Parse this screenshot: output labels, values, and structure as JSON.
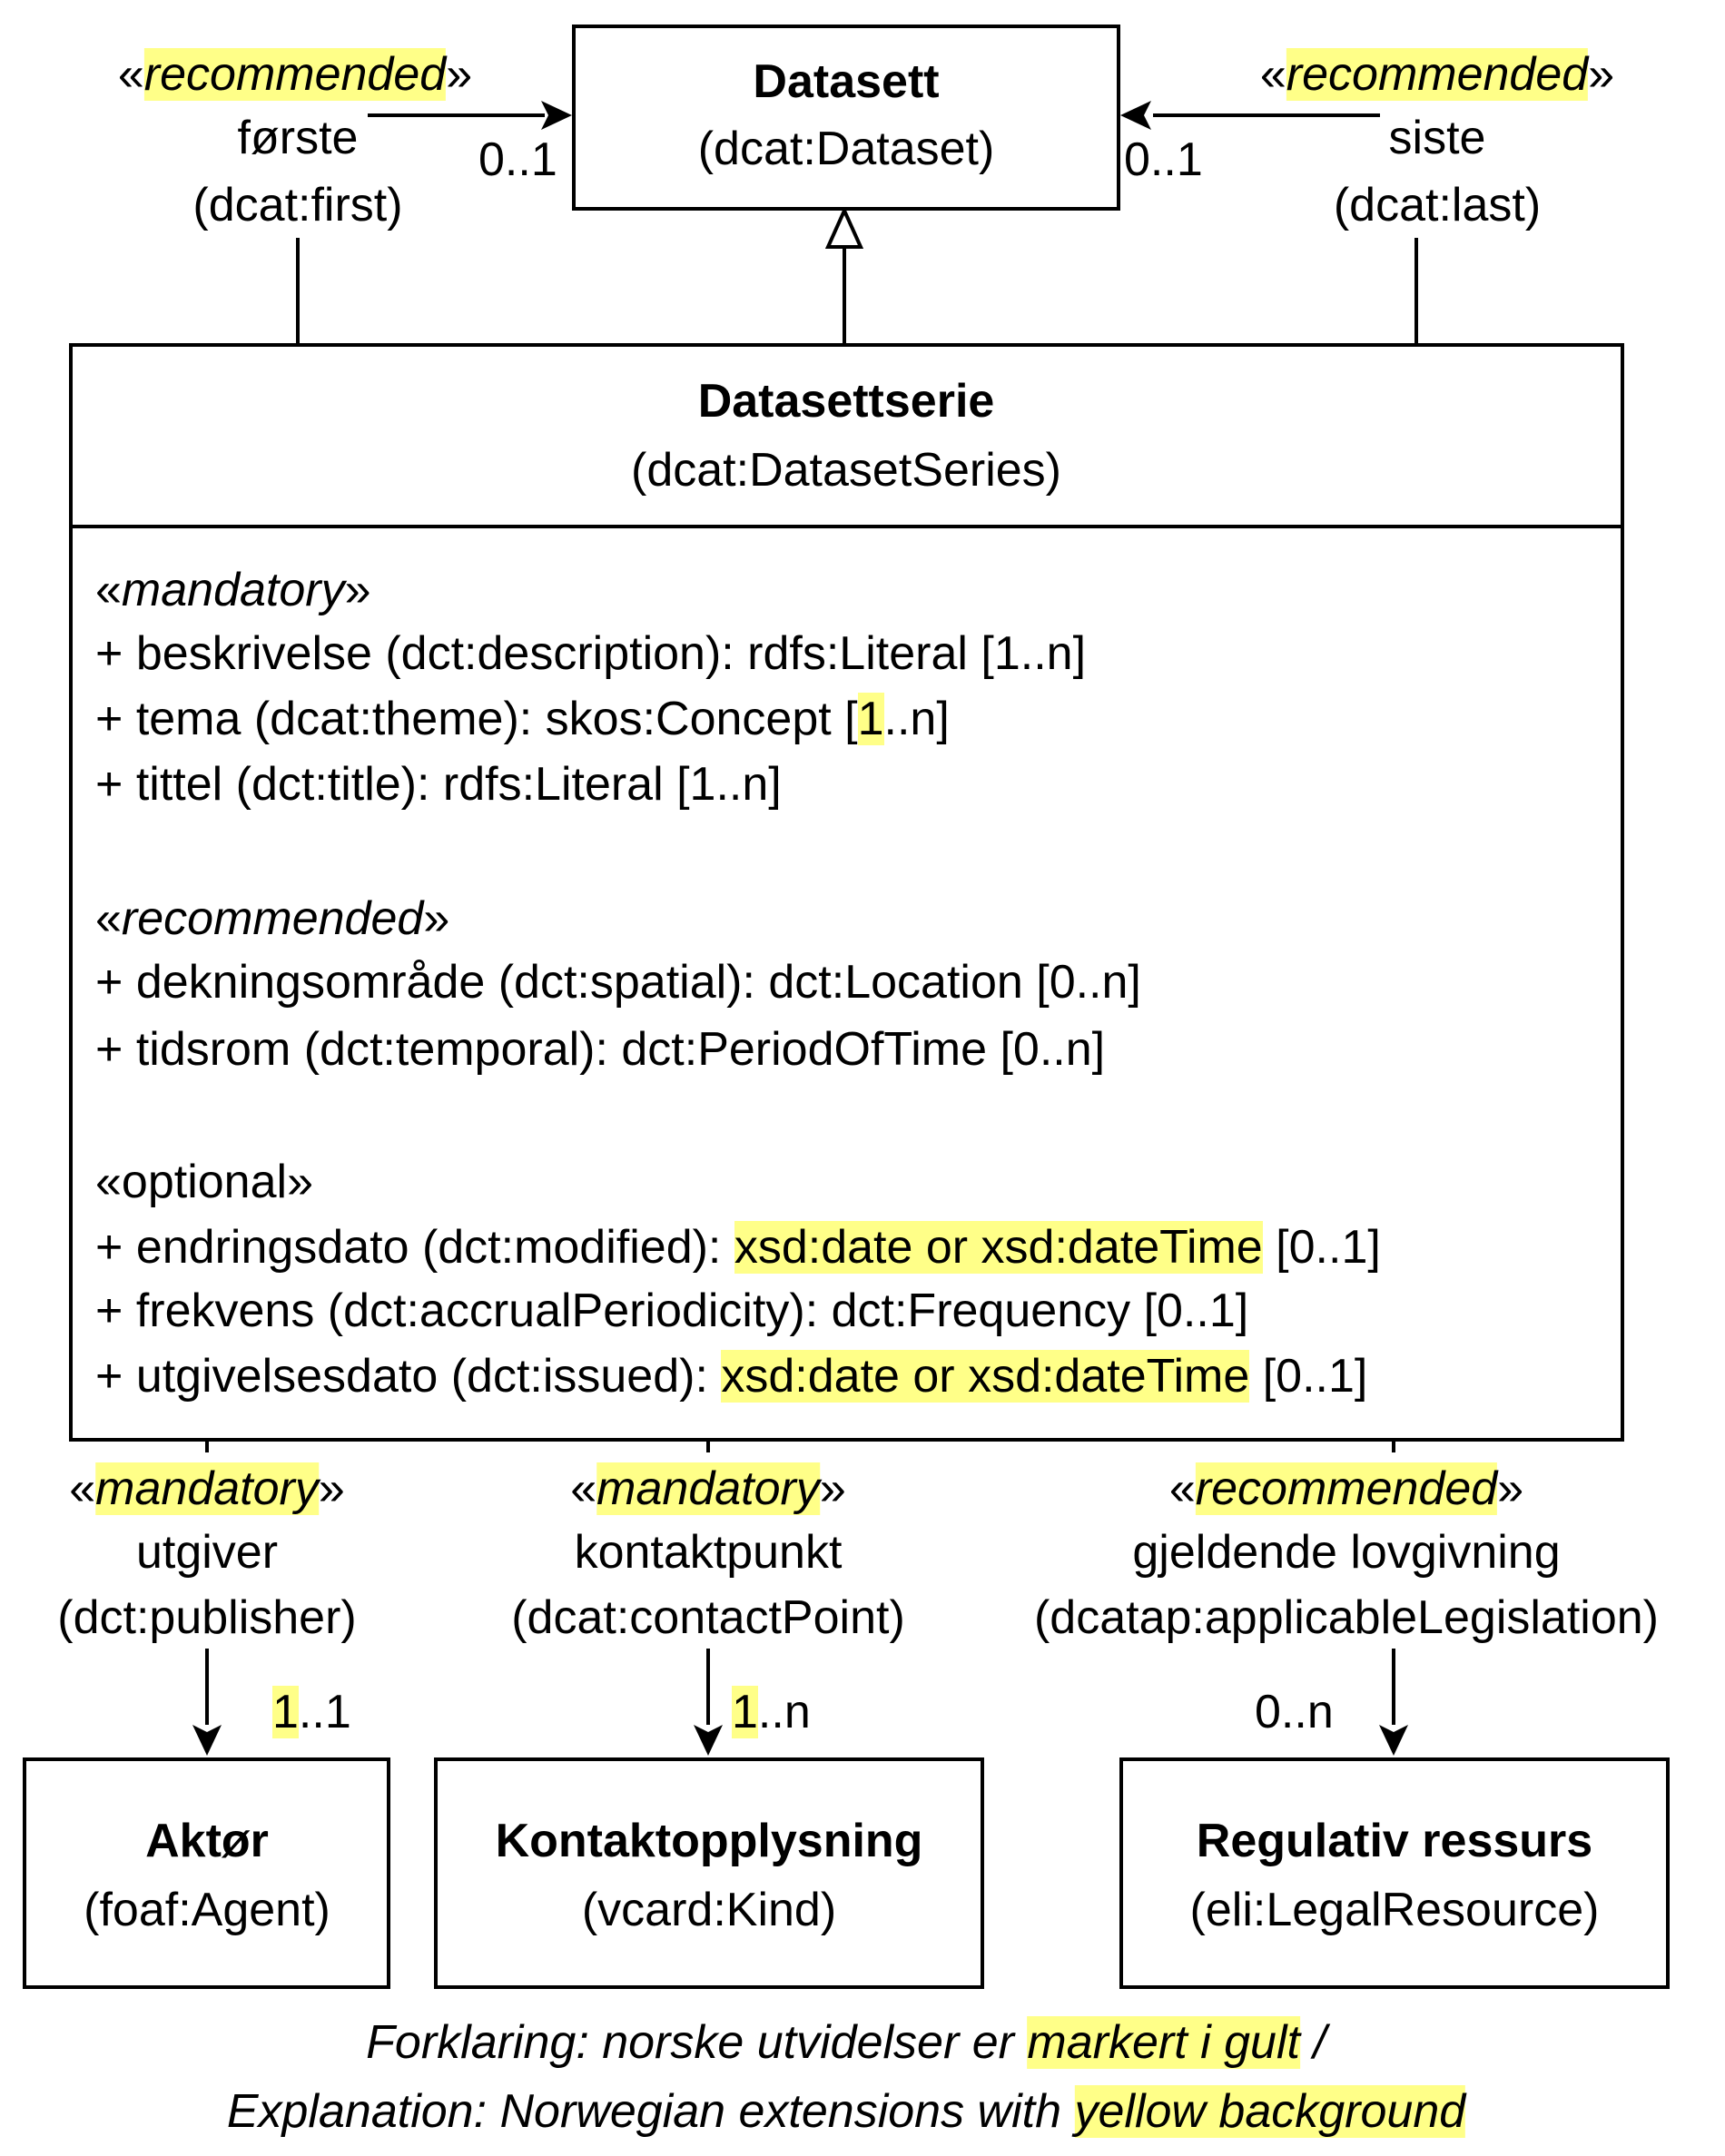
{
  "dataset": {
    "name": "Datasett",
    "uri": "(dcat:Dataset)"
  },
  "series": {
    "name": "Datasettserie",
    "uri": "(dcat:DatasetSeries)",
    "mandatory": {
      "header": "mandatory",
      "attrs": [
        "+ beskrivelse (dct:description): rdfs:Literal [1..n]",
        "+ tittel (dct:title): rdfs:Literal [1..n]"
      ],
      "tema_pre": "+ tema (dcat:theme): skos:Concept [",
      "tema_hl": "1",
      "tema_post": "..n]"
    },
    "recommended": {
      "header": "recommended",
      "attrs": [
        "+ dekningsområde (dct:spatial): dct:Location [0..n]",
        "+ tidsrom (dct:temporal): dct:PeriodOfTime [0..n]"
      ]
    },
    "optional": {
      "header": "«optional»",
      "endring_pre": "+ endringsdato (dct:modified): ",
      "endring_hl": "xsd:date or xsd:dateTime",
      "endring_post": " [0..1]",
      "frekvens": "+ frekvens (dct:accrualPeriodicity): dct:Frequency [0..1]",
      "utgiv_pre": "+ utgivelsesdato (dct:issued): ",
      "utgiv_hl": "xsd:date or xsd:dateTime",
      "utgiv_post": " [0..1]"
    }
  },
  "first": {
    "stereotype": "recommended",
    "role": "første",
    "uri": "(dcat:first)",
    "mult": "0..1"
  },
  "last": {
    "stereotype": "recommended",
    "role": "siste",
    "uri": "(dcat:last)",
    "mult": "0..1"
  },
  "publisher": {
    "stereotype": "mandatory",
    "role": "utgiver",
    "uri": "(dct:publisher)",
    "mult_hl": "1",
    "mult_post": "..1"
  },
  "contact": {
    "stereotype": "mandatory",
    "role": "kontaktpunkt",
    "uri": "(dcat:contactPoint)",
    "mult_hl": "1",
    "mult_post": "..n"
  },
  "legislation": {
    "stereotype": "recommended",
    "role": "gjeldende lovgivning",
    "uri": "(dcatap:applicableLegislation)",
    "mult": "0..n"
  },
  "agent": {
    "name": "Aktør",
    "uri": "(foaf:Agent)"
  },
  "kind": {
    "name": "Kontaktopplysning",
    "uri": "(vcard:Kind)"
  },
  "legal": {
    "name": "Regulativ ressurs",
    "uri": "(eli:LegalResource)"
  },
  "legend": {
    "line1_pre": "Forklaring: norske utvidelser er ",
    "line1_hl": "markert i gult",
    "line1_post": " /",
    "line2_pre": "Explanation: Norwegian extensions with ",
    "line2_hl": "yellow background"
  },
  "colors": {
    "highlight": "#ffff88",
    "line": "#000000"
  }
}
